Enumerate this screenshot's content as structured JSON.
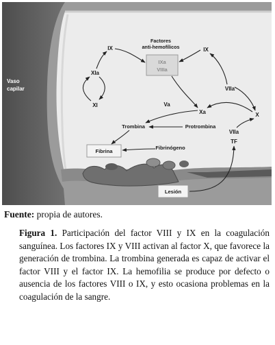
{
  "diagram": {
    "vessel_label": [
      "Vaso",
      "capilar"
    ],
    "factors_title": [
      "Factores",
      "anti-hemofílicos"
    ],
    "complex_box": [
      "IXa",
      "VIIIa"
    ],
    "factor_ix_left": "IX",
    "factor_ix_right": "IX",
    "factor_xia": "XIa",
    "factor_xi": "XI",
    "factor_viia_top": "VIIa",
    "factor_xa": "Xa",
    "factor_x": "X",
    "factor_va": "Va",
    "trombina": "Trombina",
    "protrombina": "Protrombina",
    "fibrina": "Fibrina",
    "fibrinogeno": "Fibrinógeno",
    "factor_viia_tf": [
      "VIIa",
      "TF"
    ],
    "lesion": "Lesión",
    "colors": {
      "vessel_wall": "#5c5c5c",
      "lumen": "#eeeeee",
      "box_border": "#9a9a9a",
      "clot": "#7a7a7a"
    }
  },
  "source": {
    "label": "Fuente:",
    "text": " propia de autores."
  },
  "caption": {
    "label": "Figura 1.",
    "text": " Participación del factor VIII y IX en la coagulación sanguínea. Los factores IX y VIII ac­tivan al factor X, que favorece la generación de trombina. La trombina generada es capaz de ac­tivar el factor VIII y el factor IX. La hemofilia se produce por defecto o ausencia de los factores VIII o IX, y esto ocasiona problemas en la coagu­lación de la sangre."
  }
}
